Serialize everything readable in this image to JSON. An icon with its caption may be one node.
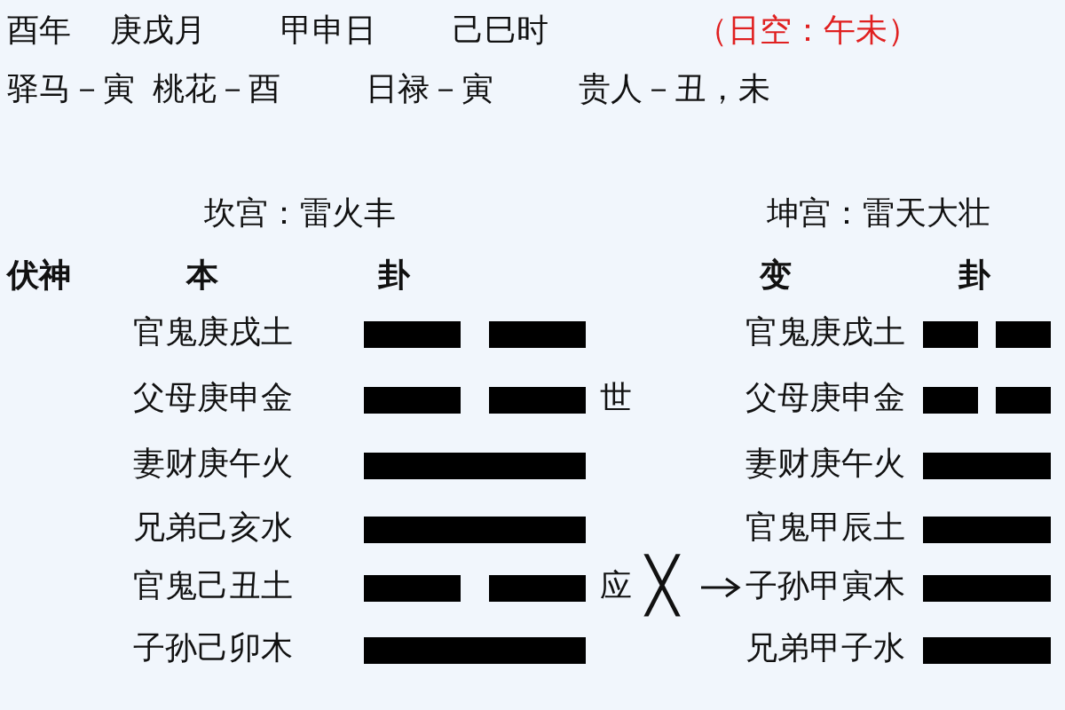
{
  "diagram": {
    "labels": [
      "酉年",
      "庚戌月",
      "甲申日",
      "己巳时",
      "（日空：午未）",
      "驿马－寅",
      "桃花－酉",
      "日禄－寅",
      "贵人－丑，未",
      "坎宫：雷火丰",
      "坤宫：雷天大壮",
      "伏神",
      "本",
      "卦",
      "变",
      "卦",
      "官鬼庚戌土",
      "官鬼庚戌土",
      "父母庚申金",
      "世",
      "父母庚申金",
      "妻财庚午火",
      "妻财庚午火",
      "兄弟己亥水",
      "官鬼甲辰土",
      "官鬼己丑土",
      "应",
      "╳",
      "子孙甲寅木",
      "子孙己卯木",
      "兄弟甲子水"
    ]
  }
}
